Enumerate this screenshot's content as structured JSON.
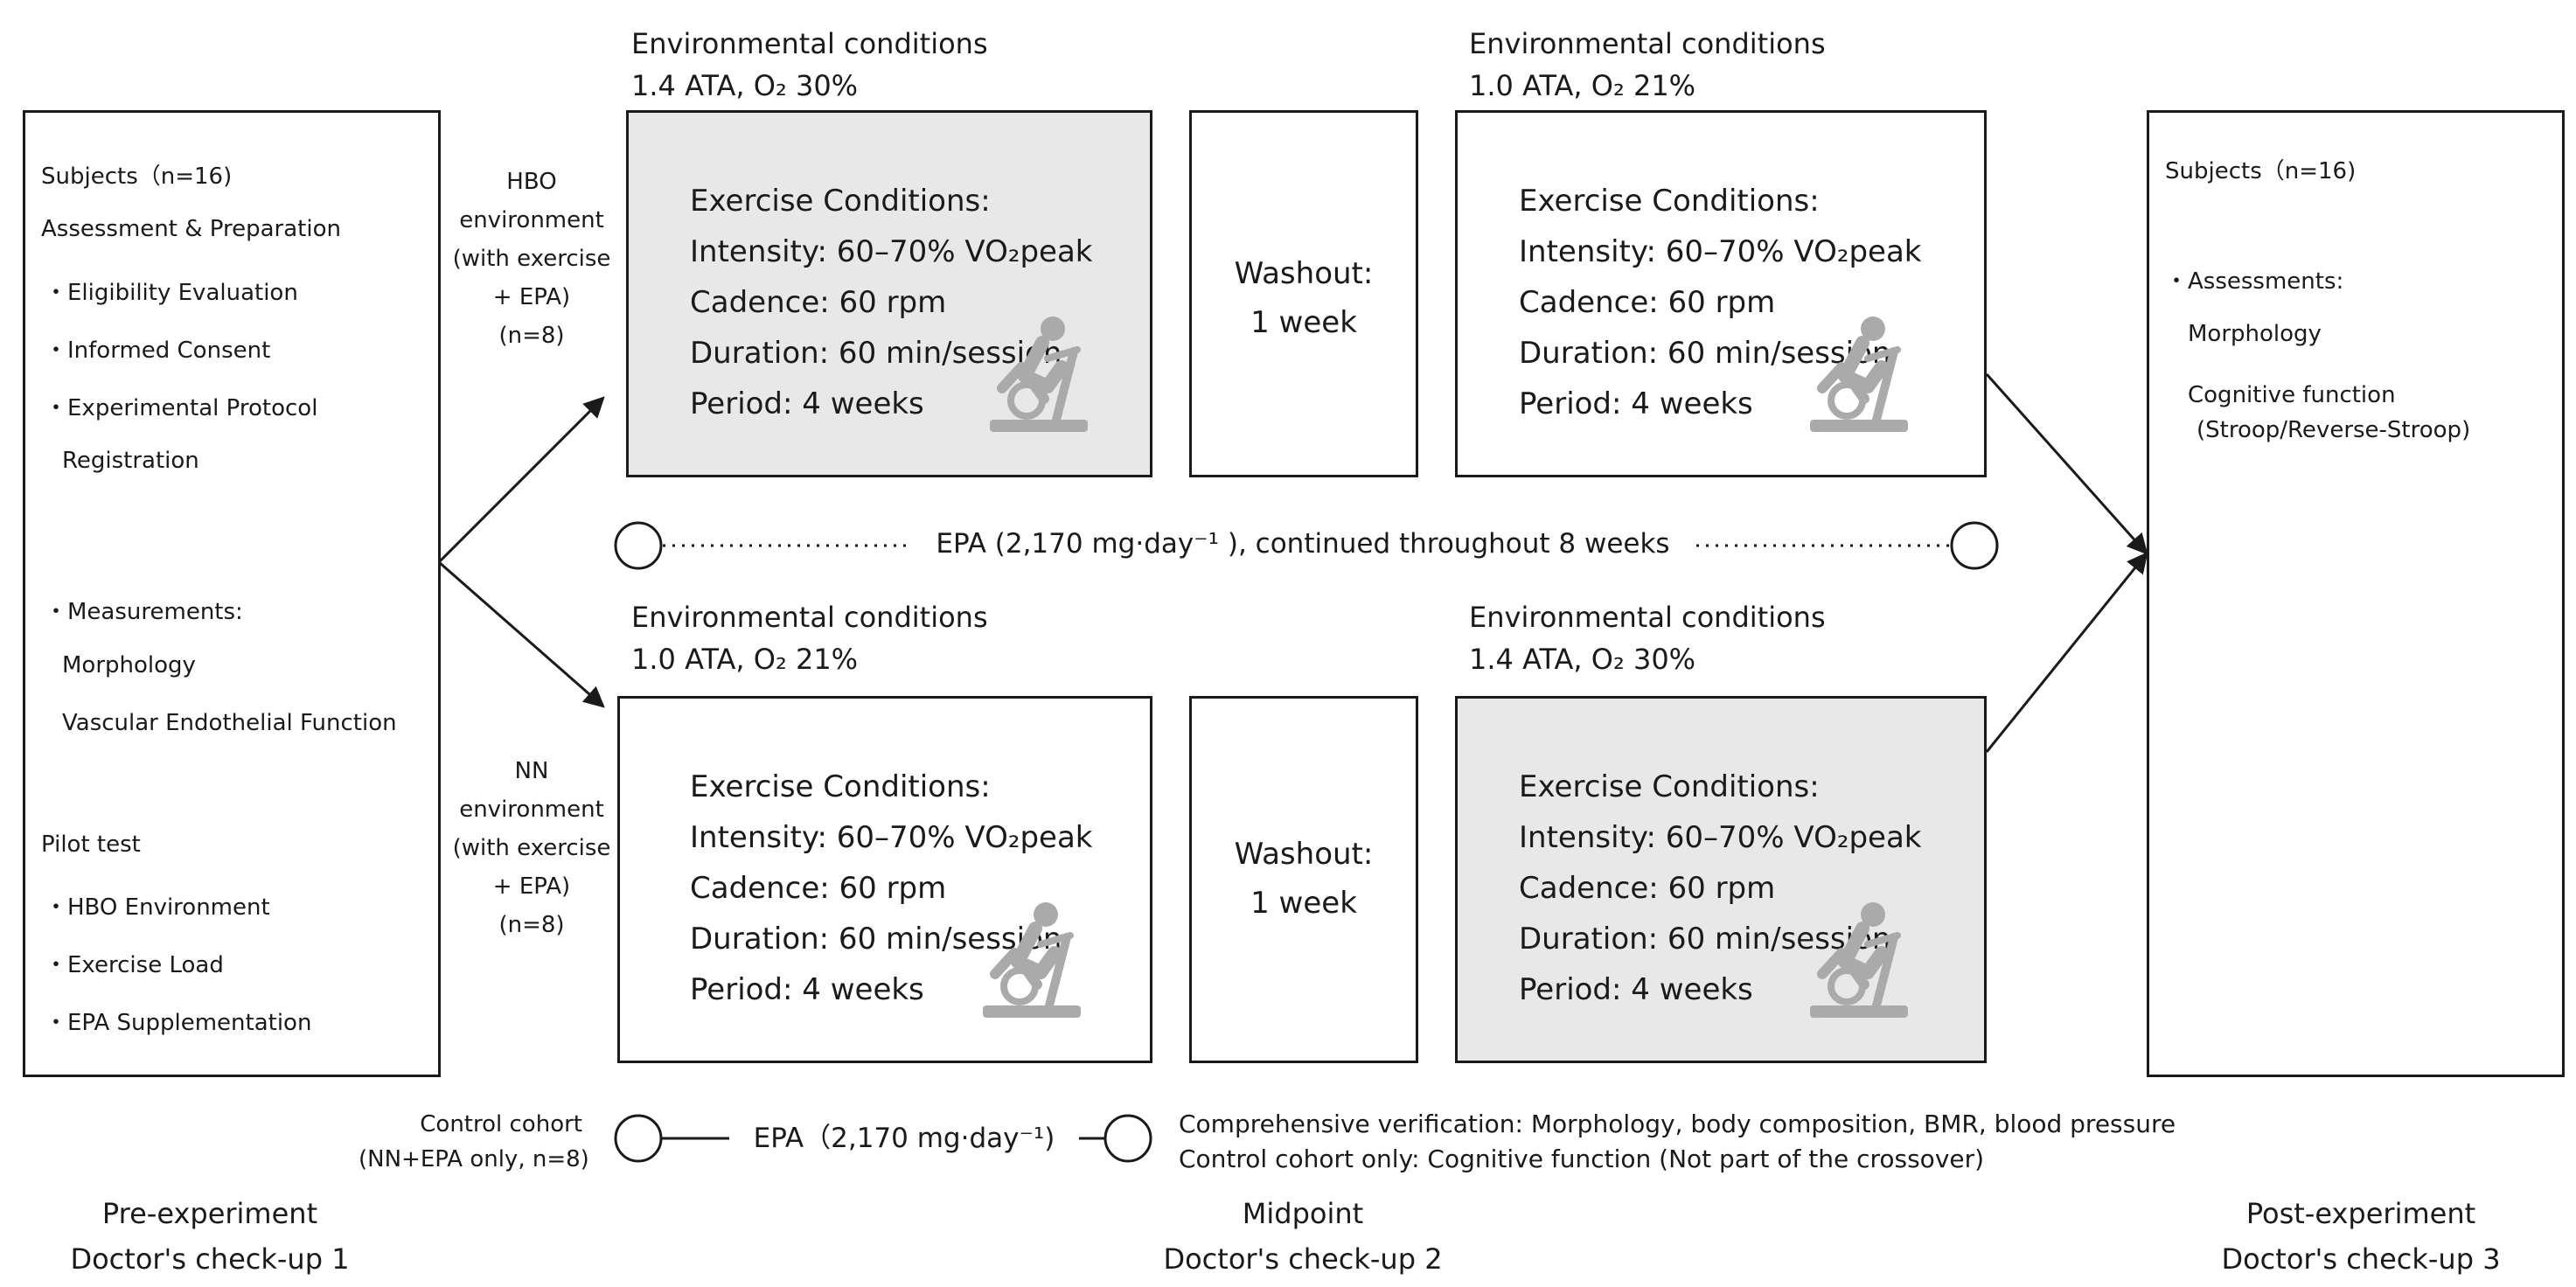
{
  "left_panel": {
    "subjects": "Subjects（n=16)",
    "assessment_heading": "Assessment & Preparation",
    "assessment_items": [
      "・Eligibility Evaluation",
      "・Informed Consent",
      "・Experimental Protocol",
      "Registration"
    ],
    "measurements_heading": "・Measurements:",
    "measurement_items": [
      "Morphology",
      "Vascular Endothelial Function"
    ],
    "pilot_heading": "Pilot test",
    "pilot_items": [
      "・HBO Environment",
      "・Exercise Load",
      "・EPA Supplementation"
    ]
  },
  "right_panel": {
    "subjects": "Subjects（n=16)",
    "assessments_heading": "・Assessments:",
    "items": [
      "Morphology",
      "Cognitive function",
      "(Stroop/Reverse-Stroop)"
    ]
  },
  "groups": {
    "hbo": [
      "HBO",
      "environment",
      "(with exercise",
      "+ EPA)",
      "(n=8)"
    ],
    "nn": [
      "NN",
      "environment",
      "(with exercise",
      "+ EPA)",
      "(n=8)"
    ]
  },
  "env_conditions": {
    "top_left": [
      "Environmental conditions",
      "1.4 ATA, O₂ 30%"
    ],
    "top_right": [
      "Environmental conditions",
      "1.0 ATA, O₂ 21%"
    ],
    "bottom_left": [
      "Environmental conditions",
      "1.0 ATA, O₂ 21%"
    ],
    "bottom_right": [
      "Environmental conditions",
      "1.4 ATA, O₂ 30%"
    ]
  },
  "exercise": {
    "heading": "Exercise Conditions:",
    "intensity": "Intensity: 60–70% VO₂peak",
    "cadence": "Cadence: 60 rpm",
    "duration": "Duration: 60 min/session",
    "period": "Period: 4 weeks"
  },
  "washout": [
    "Washout:",
    "1 week"
  ],
  "epa_line": "EPA (2,170 mg·day⁻¹ ), continued throughout 8 weeks",
  "control": {
    "label": [
      "Control cohort",
      "(NN+EPA only, n=8)"
    ],
    "epa": "EPA（2,170 mg·day⁻¹)"
  },
  "verification": [
    "Comprehensive verification: Morphology, body composition, BMR, blood pressure",
    "Control cohort only: Cognitive function (Not part of the crossover)"
  ],
  "checkups": {
    "pre": [
      "Pre-experiment",
      "Doctor's check-up 1"
    ],
    "mid": [
      "Midpoint",
      "Doctor's check-up 2"
    ],
    "post": [
      "Post-experiment",
      "Doctor's check-up 3"
    ]
  },
  "colors": {
    "shaded_box": "#e8e8e8",
    "line": "#1a1a1a",
    "bike_icon": "#aaaaaa"
  },
  "icons": [
    "exercise-bike-icon"
  ]
}
